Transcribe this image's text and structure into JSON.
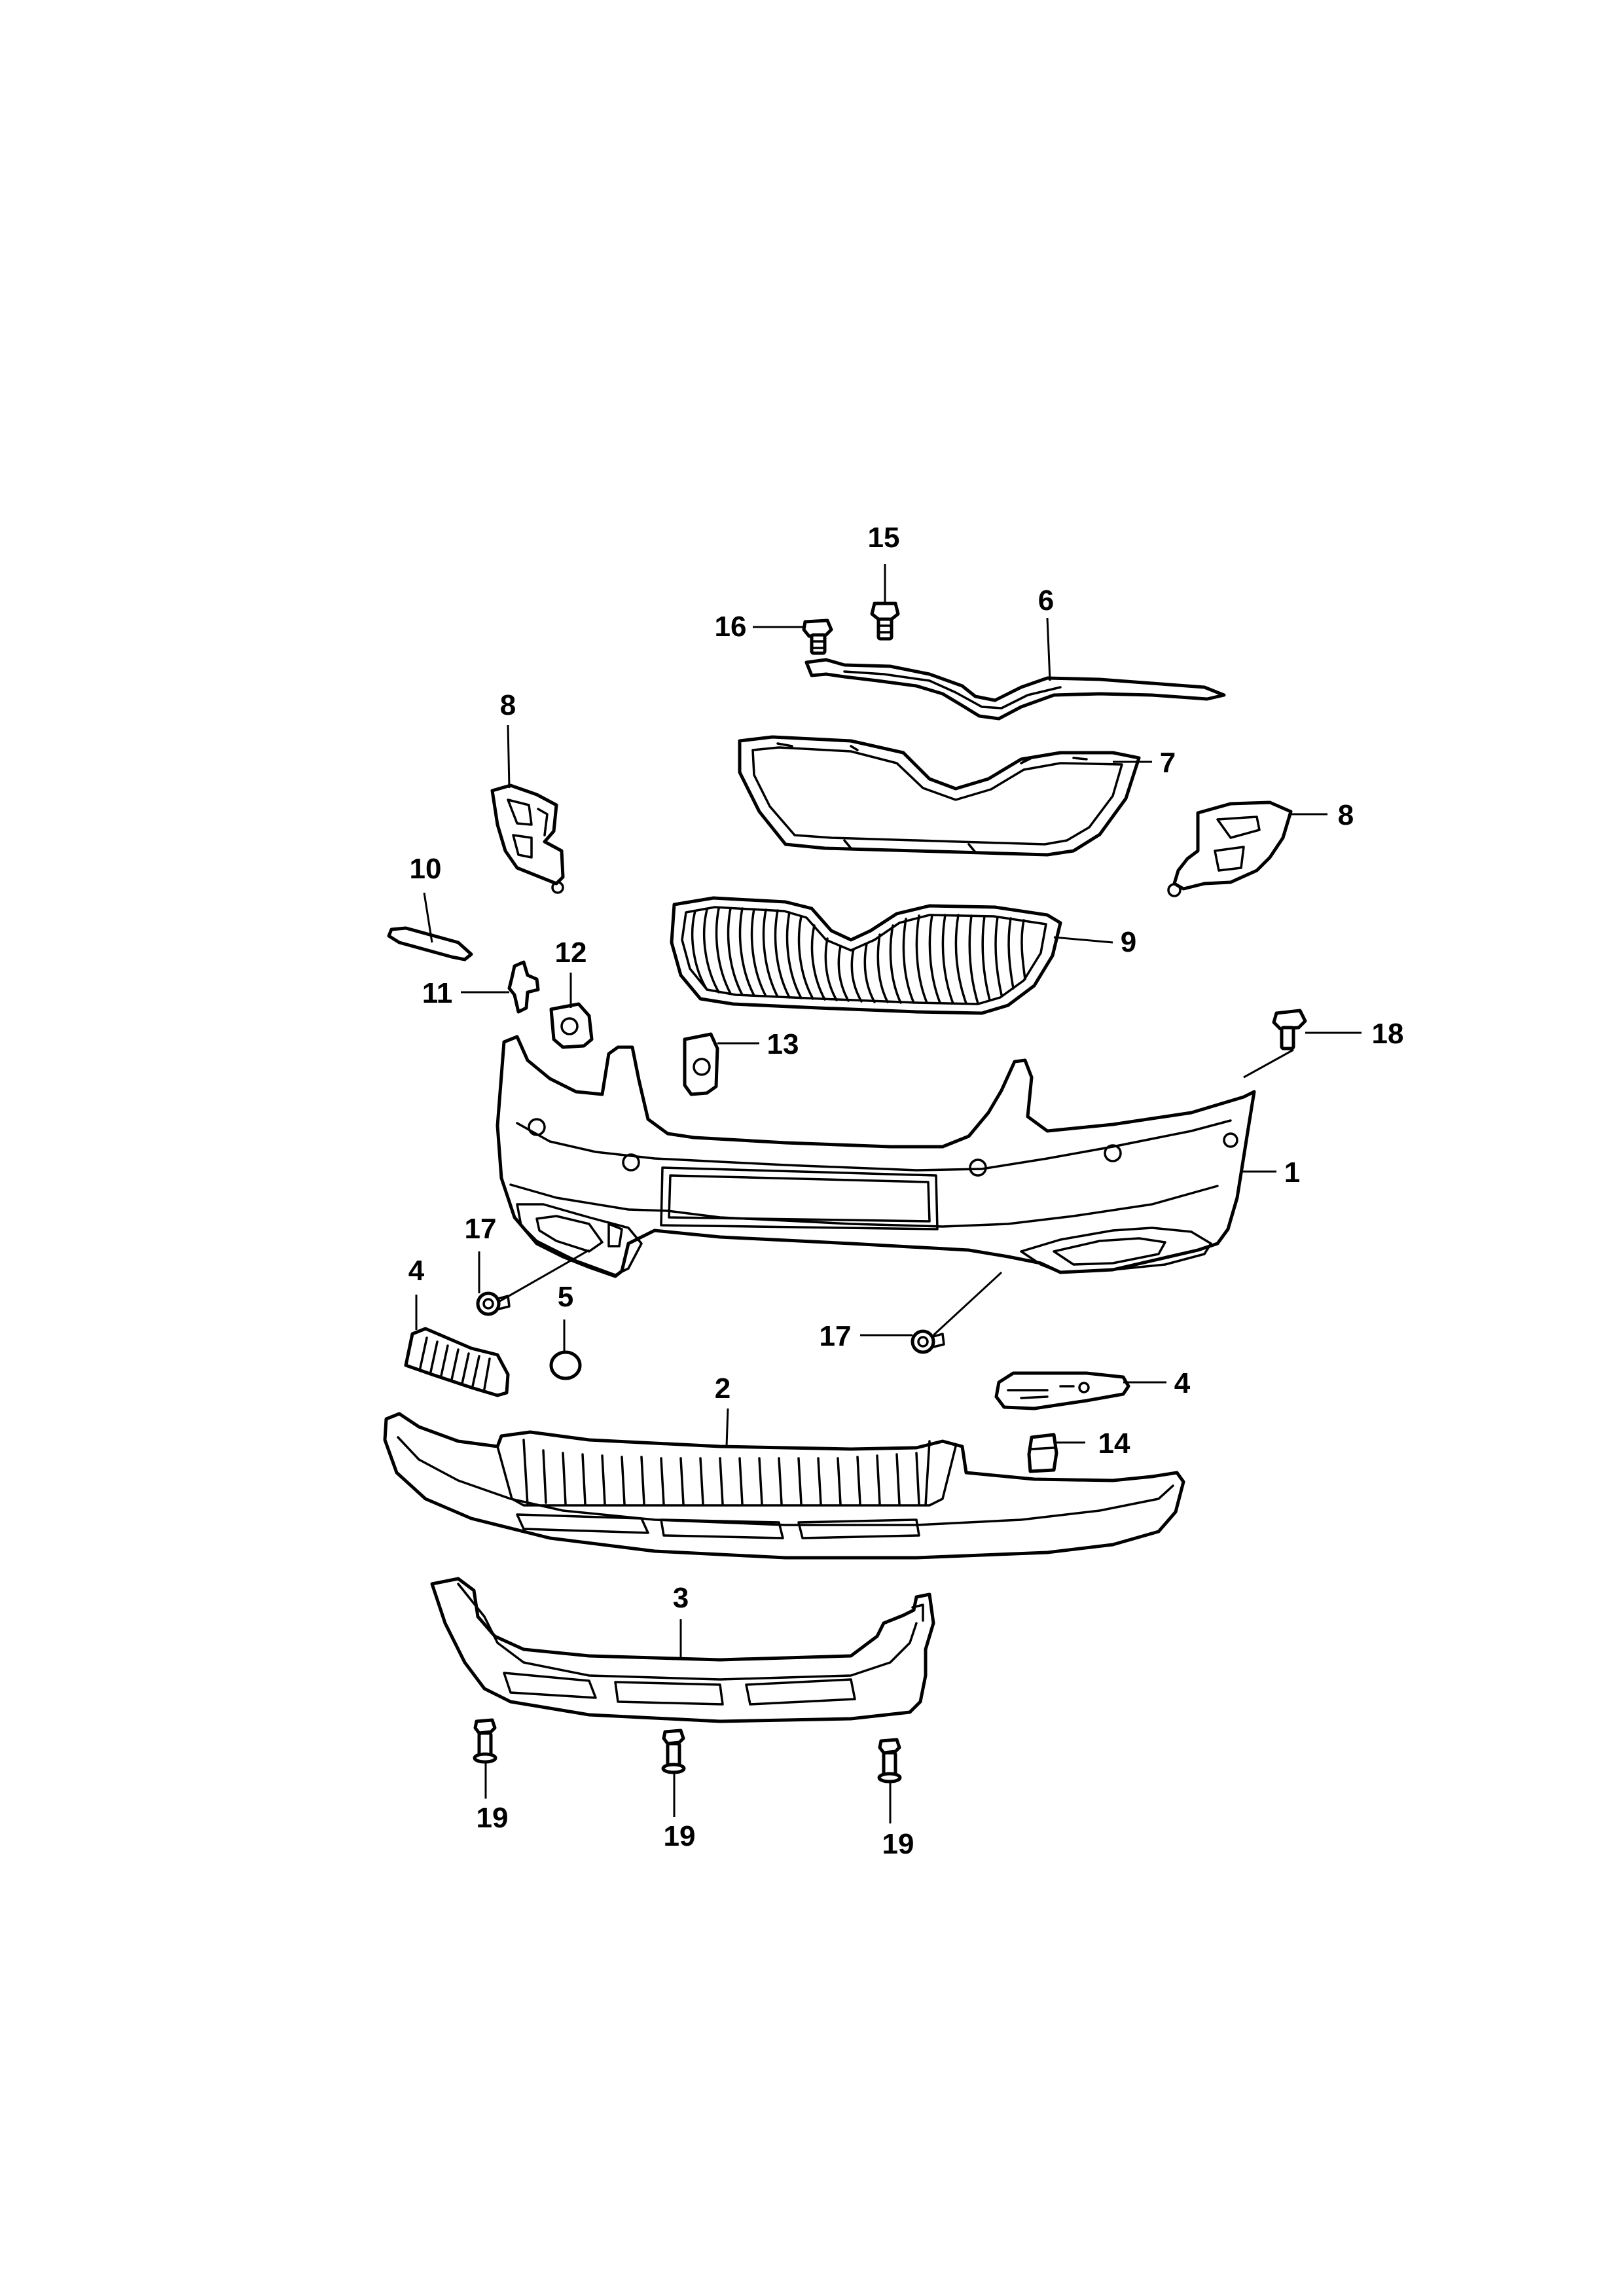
{
  "callouts": {
    "c1": "1",
    "c2": "2",
    "c3": "3",
    "c4_left": "4",
    "c4_right": "4",
    "c5": "5",
    "c6": "6",
    "c7": "7",
    "c8_left": "8",
    "c8_right": "8",
    "c9": "9",
    "c10": "10",
    "c11": "11",
    "c12": "12",
    "c13": "13",
    "c14": "14",
    "c15": "15",
    "c16": "16",
    "c17_left": "17",
    "c17_right": "17",
    "c18": "18",
    "c19_left": "19",
    "c19_mid": "19",
    "c19_right": "19"
  }
}
